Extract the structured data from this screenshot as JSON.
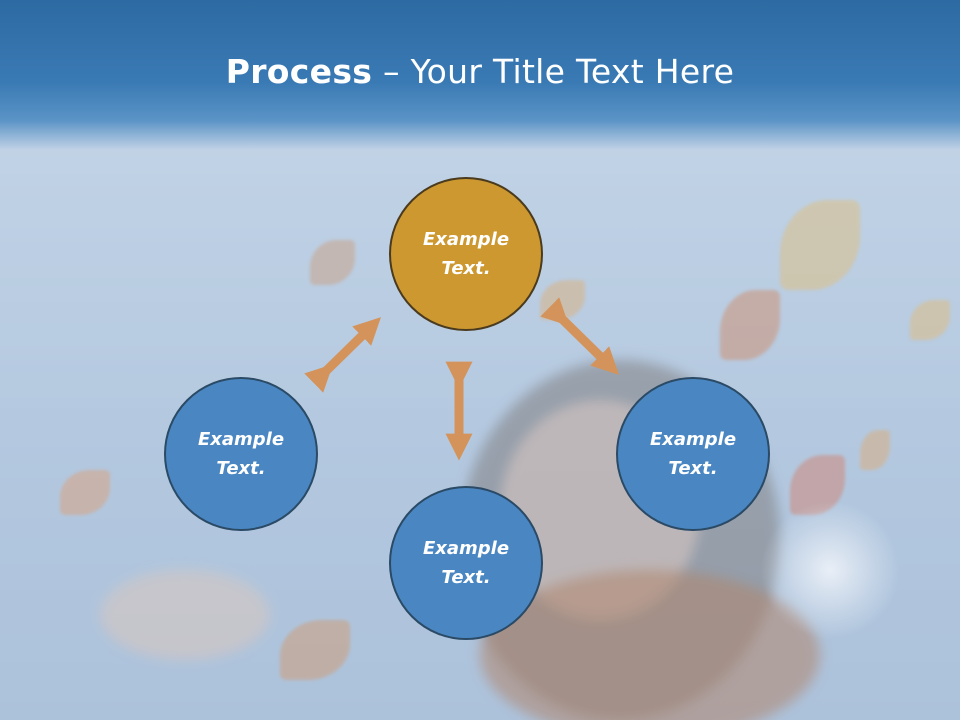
{
  "slide": {
    "title_strong": "Process",
    "title_rest": " – Your Title Text Here"
  },
  "diagram": {
    "nodes": [
      {
        "id": "top",
        "text": "Example\nText."
      },
      {
        "id": "left",
        "text": "Example\nText."
      },
      {
        "id": "right",
        "text": "Example\nText."
      },
      {
        "id": "bottom",
        "text": "Example\nText."
      }
    ]
  },
  "colors": {
    "title_band": "#3a7ab4",
    "node_blue": "#4a87c2",
    "node_gold": "#cc982f",
    "arrow": "#d4935a"
  }
}
